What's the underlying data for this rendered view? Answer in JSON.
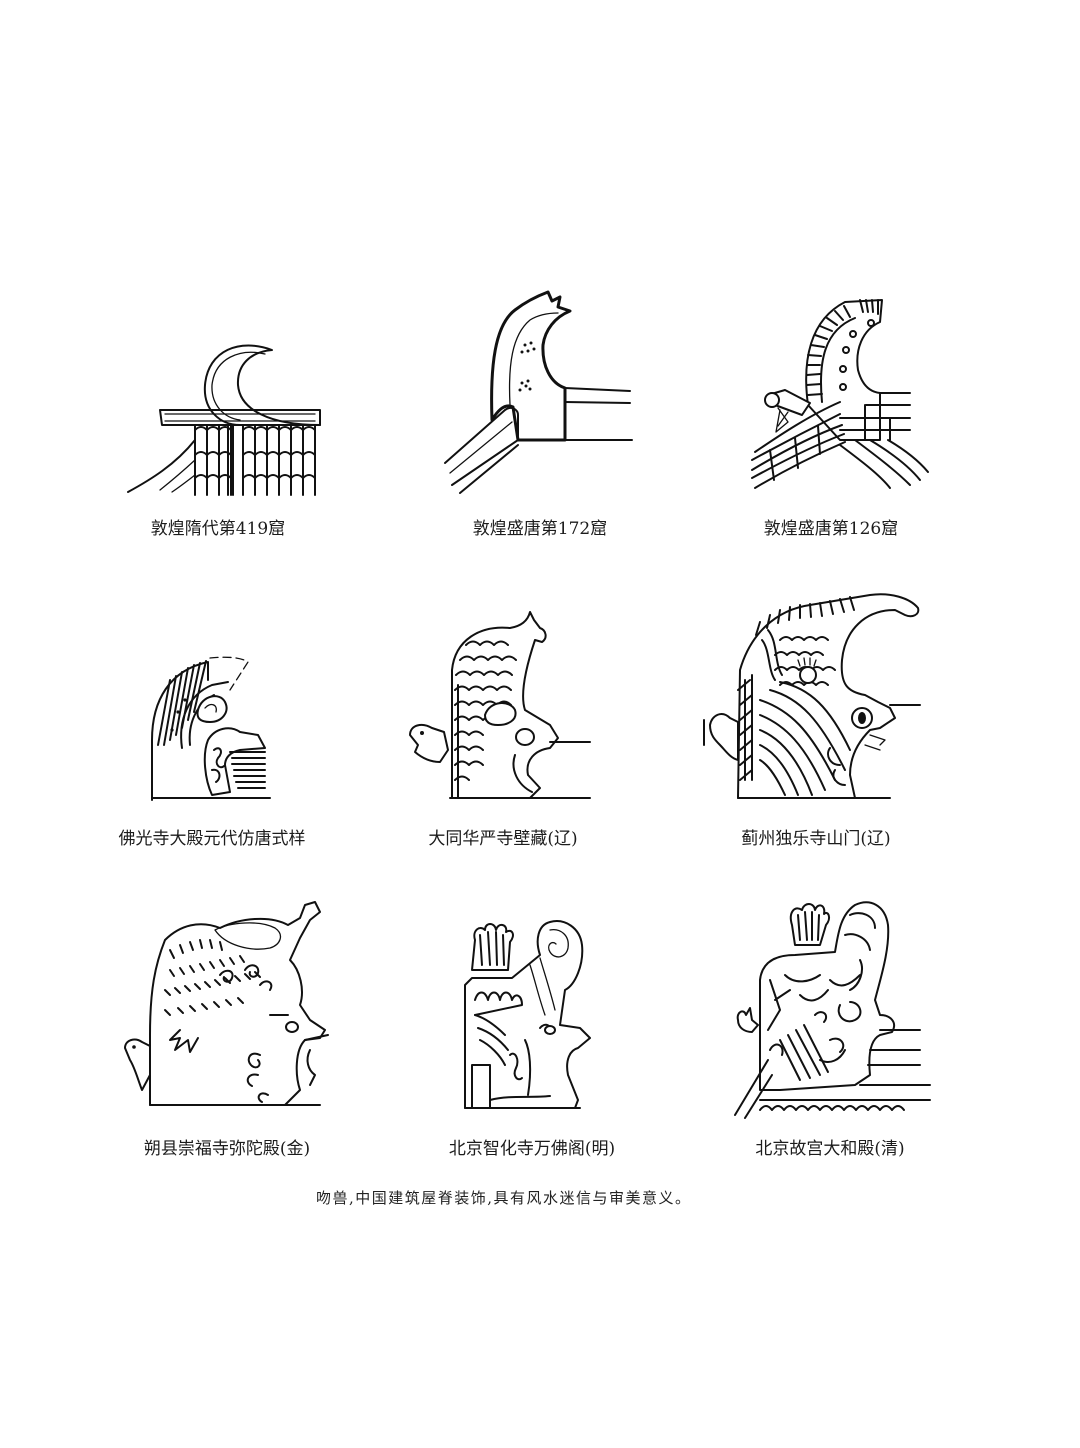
{
  "page": {
    "background": "#ffffff",
    "ink_color": "#111111"
  },
  "figures": [
    {
      "id": "fig-1",
      "caption": "敦煌隋代第419窟",
      "subject": "crescent-ridge-ornament"
    },
    {
      "id": "fig-2",
      "caption": "敦煌盛唐第172窟",
      "subject": "owl-tail-ridge-ornament"
    },
    {
      "id": "fig-3",
      "caption": "敦煌盛唐第126窟",
      "subject": "owl-tail-ridge-ornament-striped"
    },
    {
      "id": "fig-4",
      "caption": "佛光寺大殿元代仿唐式样",
      "subject": "dragon-head-ridge-ornament"
    },
    {
      "id": "fig-5",
      "caption": "大同华严寺壁藏(辽)",
      "subject": "scaled-fish-tail-ridge-ornament"
    },
    {
      "id": "fig-6",
      "caption": "蓟州独乐寺山门(辽)",
      "subject": "dragon-mouth-ridge-ornament"
    },
    {
      "id": "fig-7",
      "caption": "朔县崇福寺弥陀殿(金)",
      "subject": "dragon-ridge-ornament"
    },
    {
      "id": "fig-8",
      "caption": "北京智化寺万佛阁(明)",
      "subject": "curled-tail-ridge-ornament"
    },
    {
      "id": "fig-9",
      "caption": "北京故宫大和殿(清)",
      "subject": "qing-ridge-beast-ornament"
    }
  ],
  "footnote": "吻兽,中国建筑屋脊装饰,具有风水迷信与审美意义。"
}
